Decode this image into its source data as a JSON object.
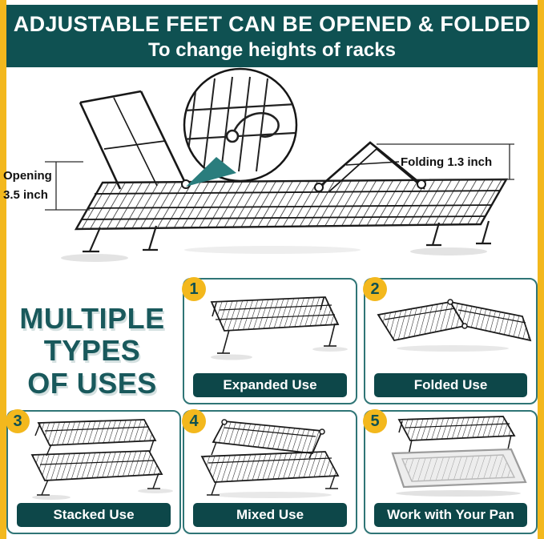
{
  "colors": {
    "teal_dark": "#0f5152",
    "teal_border": "#2f7576",
    "teal_title": "#19595c",
    "yellow_accent": "#f3b81d",
    "wire_black": "#1f1f1f",
    "white": "#ffffff"
  },
  "header": {
    "line1": "ADJUSTABLE FEET CAN BE OPENED & FOLDED",
    "line2": "To change heights of racks"
  },
  "hero": {
    "opening_line1": "Opening",
    "opening_line2": "3.5 inch",
    "folding_label": "Folding 1.3 inch",
    "icons": {
      "magnifier": "zoom-detail-circle",
      "arrow": "callout-arrow"
    }
  },
  "section_title": {
    "line1": "MULTIPLE",
    "line2": "TYPES",
    "line3": "OF USES"
  },
  "panels": [
    {
      "number": "1",
      "label": "Expanded Use"
    },
    {
      "number": "2",
      "label": "Folded Use"
    },
    {
      "number": "3",
      "label": "Stacked Use"
    },
    {
      "number": "4",
      "label": "Mixed Use"
    },
    {
      "number": "5",
      "label": "Work with Your Pan"
    }
  ]
}
